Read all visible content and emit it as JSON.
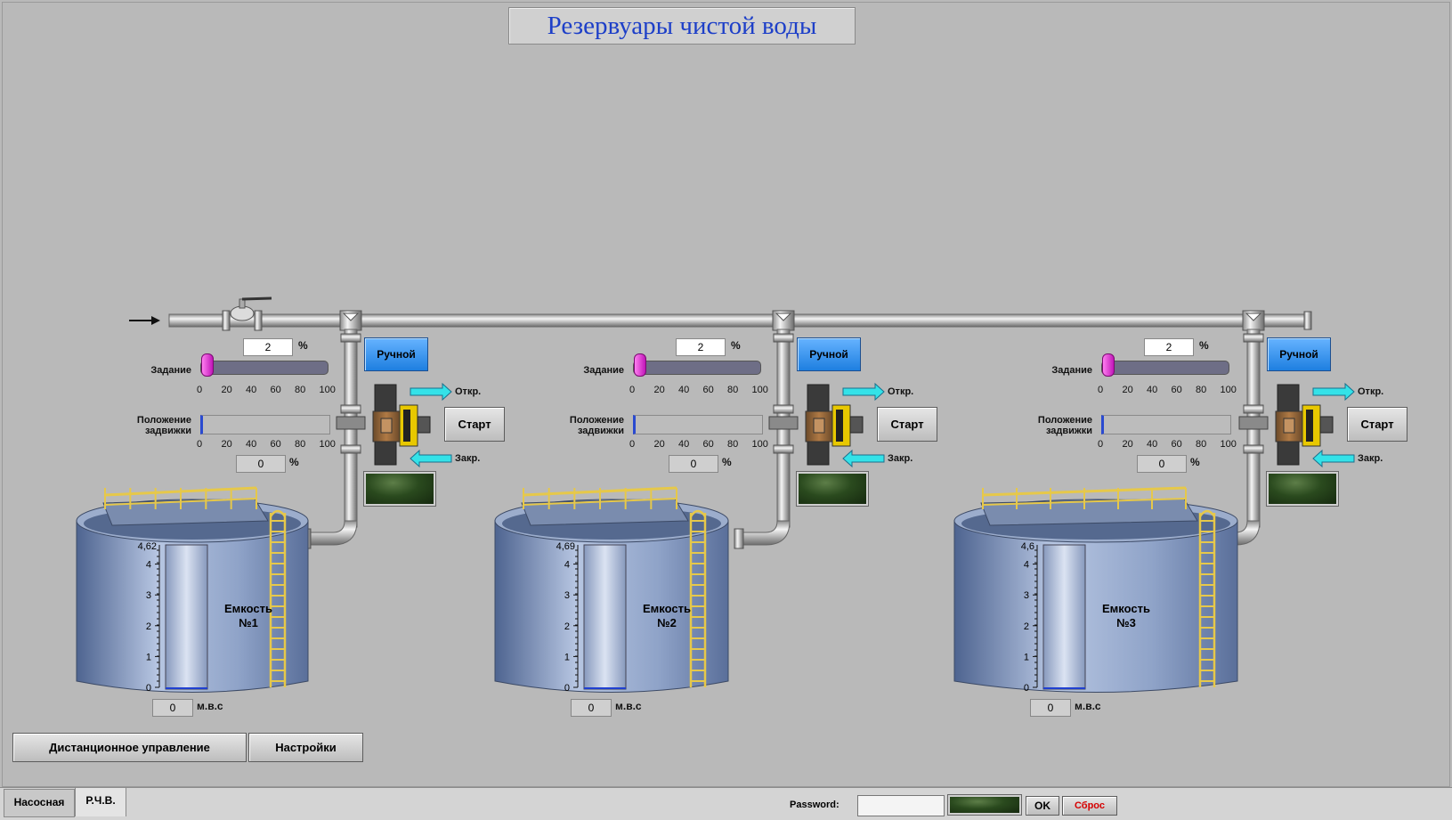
{
  "title": "Резервуары чистой воды",
  "units": {
    "percent": "%",
    "level": "м.в.с"
  },
  "labels": {
    "setpoint": "Задание",
    "position_l1": "Положение",
    "position_l2": "задвижки",
    "open": "Откр.",
    "close": "Закр."
  },
  "scale_ticks": [
    "0",
    "20",
    "40",
    "60",
    "80",
    "100"
  ],
  "level_ticks": [
    "0",
    "1",
    "2",
    "3",
    "4"
  ],
  "tanks": [
    {
      "name_l1": "Емкость",
      "name_l2": "№1",
      "setpoint": "2",
      "setpoint_fraction": 0.02,
      "position": "0",
      "level": "0",
      "scale_max": "4,62",
      "mode_button": "Ручной",
      "start_button": "Старт"
    },
    {
      "name_l1": "Емкость",
      "name_l2": "№2",
      "setpoint": "2",
      "setpoint_fraction": 0.02,
      "position": "0",
      "level": "0",
      "scale_max": "4,69",
      "mode_button": "Ручной",
      "start_button": "Старт"
    },
    {
      "name_l1": "Емкость",
      "name_l2": "№3",
      "setpoint": "2",
      "setpoint_fraction": 0.02,
      "position": "0",
      "level": "0",
      "scale_max": "4,6",
      "mode_button": "Ручной",
      "start_button": "Старт"
    }
  ],
  "bottom_buttons": {
    "remote": "Дистанционное управление",
    "settings": "Настройки"
  },
  "tabs": [
    {
      "label": "Насосная",
      "active": false
    },
    {
      "label": "Р.Ч.В.",
      "active": true
    }
  ],
  "login": {
    "password_label": "Password:",
    "password_value": "",
    "ok": "OK",
    "reset": "Сброс"
  },
  "colors": {
    "title": "#1d3fc8",
    "mode_button": "#2a8cf0",
    "reset_text": "#d60000",
    "tank": "#7a92b8",
    "ladder": "#e6c84a",
    "slider_thumb": "#e040c8"
  }
}
